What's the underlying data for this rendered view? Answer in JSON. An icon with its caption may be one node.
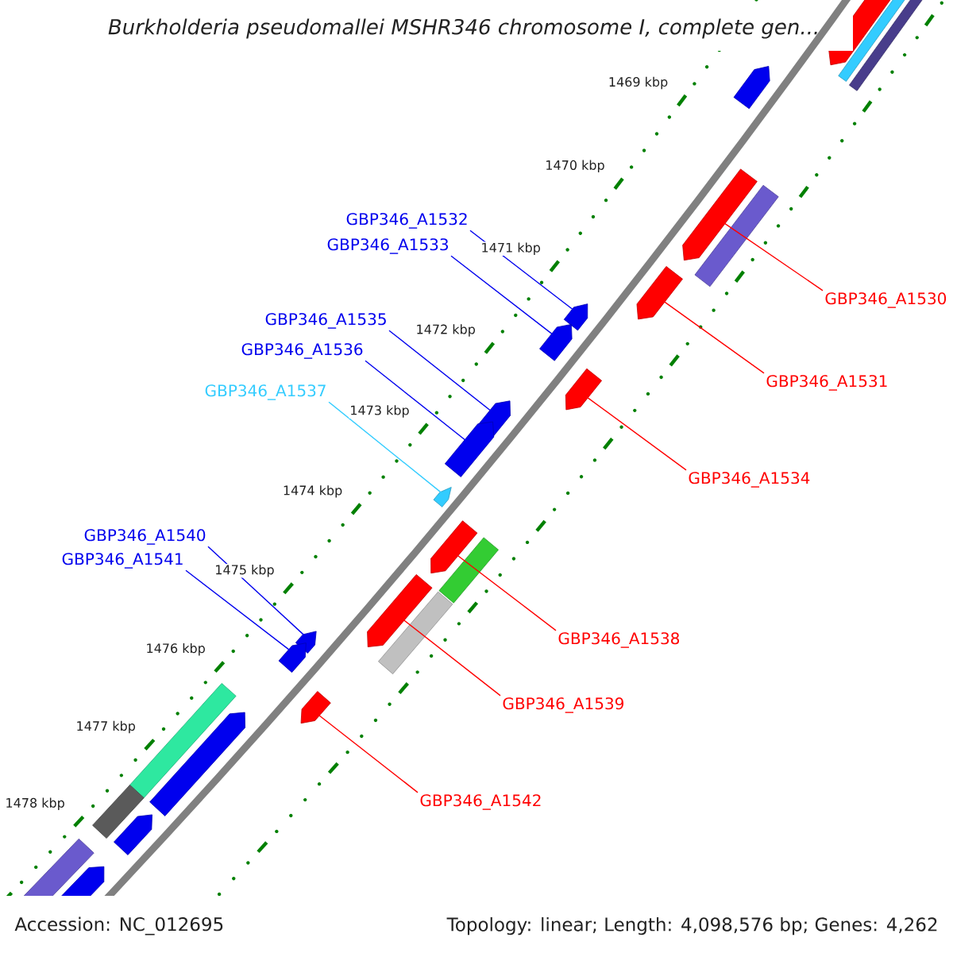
{
  "diagram": {
    "title": "*Burkholderia pseudomallei* MSHR346 chromosome I, complete gen...",
    "nodes": [
      {
        "text": [
          "GBP346_A1532"
        ]
      },
      {
        "text": [
          "GBP346_A1533"
        ]
      },
      {
        "text": [
          "GBP346_A1530"
        ]
      },
      {
        "text": [
          "GBP346_A1535"
        ]
      },
      {
        "text": [
          "GBP346_A1536"
        ]
      },
      {
        "text": [
          "GBP346_A1531"
        ]
      },
      {
        "text": [
          "GBP346_A1537"
        ]
      },
      {
        "text": [
          "GBP346_A1534"
        ]
      },
      {
        "text": [
          "GBP346_A1540"
        ]
      },
      {
        "text": [
          "GBP346_A1541"
        ]
      },
      {
        "text": [
          "GBP346_A1538"
        ]
      },
      {
        "text": [
          "GBP346_A1539"
        ]
      },
      {
        "text": [
          "GBP346_A1542"
        ]
      },
      {
        "text": [],
        "shape": "pentagon"
      },
      {
        "text": [],
        "shape": "pentagon"
      },
      {
        "text": [],
        "shape": "pentagon"
      },
      {
        "text": [],
        "shape": "pentagon"
      },
      {
        "text": [],
        "shape": "pentagon"
      },
      {
        "text": [],
        "shape": "pentagon"
      },
      {
        "text": [],
        "shape": "pentagon"
      },
      {
        "text": [],
        "shape": "pentagon"
      },
      {
        "text": [],
        "shape": "pentagon"
      },
      {
        "text": [],
        "shape": "pentagon"
      },
      {
        "text": [],
        "shape": "pentagon"
      },
      {
        "text": [],
        "shape": "pentagon"
      },
      {
        "text": [],
        "shape": "pentagon"
      },
      {
        "text": [],
        "shape": "pentagon"
      },
      {
        "text": [],
        "shape": "bar"
      },
      {
        "text": [],
        "shape": "bar"
      },
      {
        "text": [],
        "shape": "bar"
      },
      {
        "text": [],
        "shape": "bar"
      },
      {
        "text": [],
        "shape": "pentagon"
      },
      {
        "text": [],
        "shape": "bar"
      },
      {
        "text": [],
        "shape": "pentagon"
      },
      {
        "text": [],
        "shape": "bar"
      },
      {
        "text": [],
        "shape": "pentagon"
      }
    ],
    "edges": [
      {
        "from": 0,
        "to": 13,
        "arrow": "none"
      },
      {
        "from": 1,
        "to": 14,
        "arrow": "none"
      },
      {
        "from": 2,
        "to": 15,
        "arrow": "none",
        "color": "#ff0000"
      },
      {
        "from": 3,
        "to": 16,
        "arrow": "none"
      },
      {
        "from": 4,
        "to": 17,
        "arrow": "none"
      },
      {
        "from": 5,
        "to": 18,
        "arrow": "none",
        "color": "#ff0000"
      },
      {
        "from": 6,
        "to": 19,
        "arrow": "none",
        "color": "#33ccff"
      },
      {
        "from": 7,
        "to": 20,
        "arrow": "none",
        "color": "#ff0000"
      },
      {
        "from": 8,
        "to": 21,
        "arrow": "none"
      },
      {
        "from": 9,
        "to": 22,
        "arrow": "none"
      },
      {
        "from": 10,
        "to": 23,
        "arrow": "none",
        "color": "#ff0000"
      },
      {
        "from": 11,
        "to": 24,
        "arrow": "none",
        "color": "#ff0000"
      },
      {
        "from": 12,
        "to": 25,
        "arrow": "none",
        "color": "#ff0000"
      }
    ],
    "labels": [
      "1469 kbp",
      "1470 kbp",
      "1471 kbp",
      "1472 kbp",
      "1473 kbp",
      "1474 kbp",
      "1475 kbp",
      "1476 kbp",
      "1477 kbp",
      "1478 kbp",
      "Accession: NC_012695",
      "Topology: linear; Length: 4,098,576 bp; Genes: 4,262"
    ]
  }
}
